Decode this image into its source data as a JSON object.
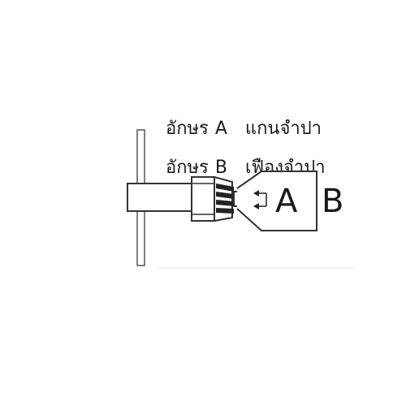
{
  "legend": {
    "a": {
      "word": "อักษร",
      "letter": "A",
      "description": "แกนจำปา"
    },
    "b": {
      "word": "อักษร",
      "letter": "B",
      "description": "เฟืองจำปา"
    }
  },
  "diagram": {
    "label_a": "A",
    "label_b": "B"
  }
}
